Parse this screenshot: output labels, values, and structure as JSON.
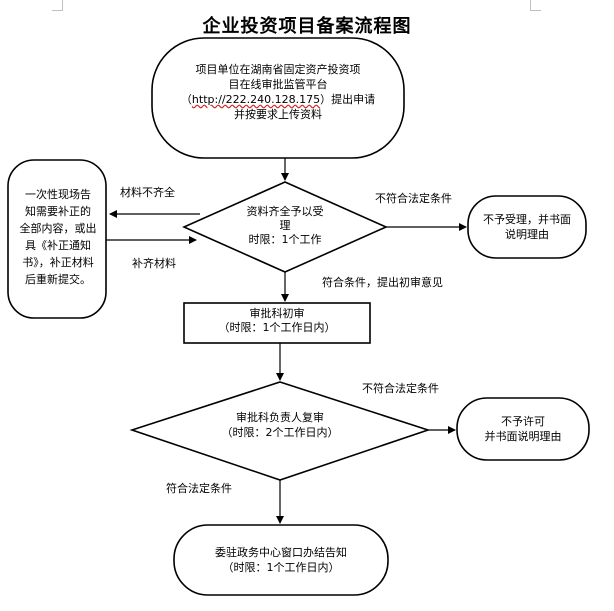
{
  "title": "企业投资项目备案流程图",
  "start": {
    "line1": "项目单位在湖南省固定资产投资项",
    "line2": "目在线审批监管平台",
    "url": "http://222.240.128.175",
    "url_open": "（",
    "url_close": "）提出申请",
    "line4": "并按要求上传资料"
  },
  "decision1": {
    "line1": "资料齐全予以受",
    "line2": "理",
    "line3": "时限：1个工作"
  },
  "left_note": {
    "line1": "一次性现场告",
    "line2": "知需要补正的",
    "line3": "全部内容，或出",
    "line4": "具《补正通知",
    "line5": "书》，补正材料",
    "line6": "后重新提交。"
  },
  "label_incomplete": "材料不齐全",
  "label_supplement": "补齐材料",
  "label_not_comply_1": "不符合法定条件",
  "reject1": {
    "line1": "不予受理，并书面",
    "line2": "说明理由"
  },
  "label_comply_opinion": "符合条件，提出初审意见",
  "review1": {
    "line1": "审批科初审",
    "line2": "（时限：1个工作日内）"
  },
  "label_not_comply_2": "不符合法定条件",
  "decision2": {
    "line1": "审批科负责人复审",
    "line2": "（时限：2个工作日内）"
  },
  "reject2": {
    "line1": "不予许可",
    "line2": "并书面说明理由"
  },
  "label_comply": "符合法定条件",
  "end": {
    "line1": "委驻政务中心窗口办结告知",
    "line2": "（时限：1个工作日内）"
  }
}
